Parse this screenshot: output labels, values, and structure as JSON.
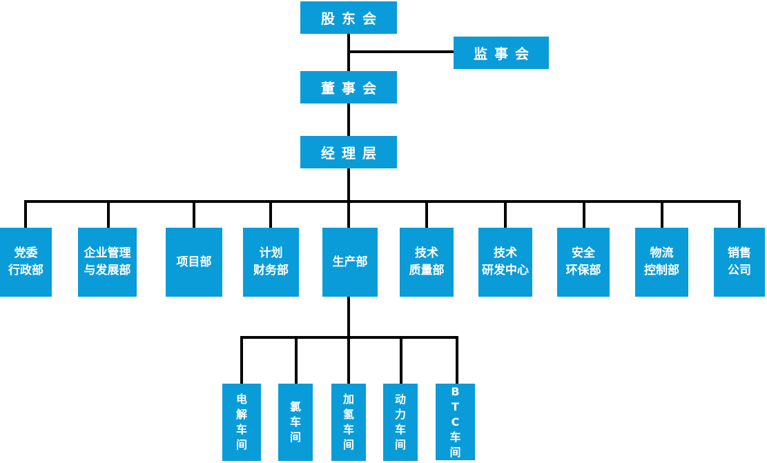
{
  "diagram": {
    "type": "org-chart",
    "colors": {
      "node_fill": "#0a9cd8",
      "node_text": "#ffffff",
      "connector": "#000000",
      "background": "#ffffff"
    },
    "nodes": {
      "shareholders": {
        "label": "股东会"
      },
      "supervisory_board": {
        "label": "监事会"
      },
      "board_of_directors": {
        "label": "董事会"
      },
      "management": {
        "label": "经理层"
      },
      "dept_party_admin": {
        "lines": [
          "党委",
          "行政部"
        ]
      },
      "dept_enterprise_mgmt": {
        "lines": [
          "企业管理",
          "与发展部"
        ]
      },
      "dept_project": {
        "lines": [
          "项目部"
        ]
      },
      "dept_planning_finance": {
        "lines": [
          "计划",
          "财务部"
        ]
      },
      "dept_production": {
        "lines": [
          "生产部"
        ]
      },
      "dept_tech_quality": {
        "lines": [
          "技术",
          "质量部"
        ]
      },
      "dept_tech_rd": {
        "lines": [
          "技术",
          "研发中心"
        ]
      },
      "dept_safety_env": {
        "lines": [
          "安全",
          "环保部"
        ]
      },
      "dept_logistics": {
        "lines": [
          "物流",
          "控制部"
        ]
      },
      "dept_sales": {
        "lines": [
          "销售",
          "公司"
        ]
      },
      "ws_electrolysis": {
        "lines": [
          "电",
          "解",
          "车",
          "间"
        ]
      },
      "ws_chlorine": {
        "lines": [
          "氯",
          "车",
          "间"
        ]
      },
      "ws_hydrogenation": {
        "lines": [
          "加",
          "氢",
          "车",
          "间"
        ]
      },
      "ws_power": {
        "lines": [
          "动",
          "力",
          "车",
          "间"
        ]
      },
      "ws_btc": {
        "lines": [
          "B",
          "T",
          "C",
          "车",
          "间"
        ]
      }
    }
  }
}
